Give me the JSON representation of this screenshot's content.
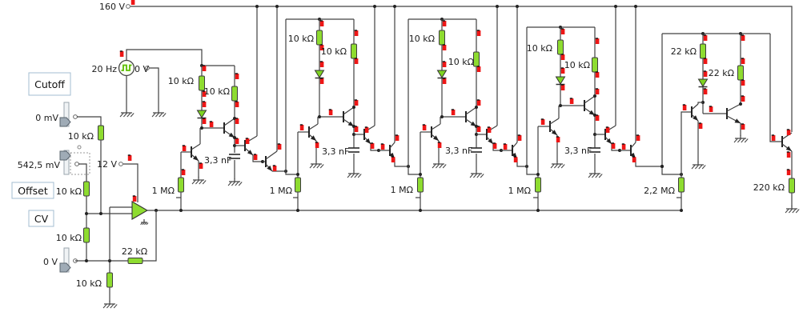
{
  "colors": {
    "component_fill": "#8edc30",
    "diode_fill": "#7ed321",
    "marker_red": "#ee1616",
    "wire": "#404040",
    "text_color": "#1b1b1b",
    "box_border": "#a3bdd1",
    "slider_fill": "#9fabb6"
  },
  "controls": {
    "cutoff": "Cutoff",
    "offset": "Offset",
    "cv": "CV"
  },
  "labels": {
    "v160": "160 V",
    "hz20": "20 Hz",
    "v0src": "0 V",
    "mv0": "0 mV",
    "r_cut": "10 kΩ",
    "mv5425": "542,5 mV",
    "r_off": "10 kΩ",
    "r_cv": "10 kΩ",
    "v0sl": "0 V",
    "r_gnd": "10 kΩ",
    "v12": "12 V",
    "r_fb": "22 kΩ",
    "r_b1": "1 MΩ",
    "s1_rl": "10 kΩ",
    "s1_rr": "10 kΩ",
    "s1_c": "3,3 nF",
    "r_b2": "1 MΩ",
    "s2_rl": "10 kΩ",
    "s2_rr": "10 kΩ",
    "s2_c": "3,3 nF",
    "r_b3": "1 MΩ",
    "s3_rl": "10 kΩ",
    "s3_rr": "10 kΩ",
    "s3_c": "3,3 nF",
    "r_b4": "1 MΩ",
    "s4_rl": "10 kΩ",
    "s4_rr": "10 kΩ",
    "s4_c": "3,3 nF",
    "r_b5": "2,2 MΩ",
    "s5_rl": "22 kΩ",
    "s5_rr": "22 kΩ",
    "r_out": "220 kΩ"
  }
}
